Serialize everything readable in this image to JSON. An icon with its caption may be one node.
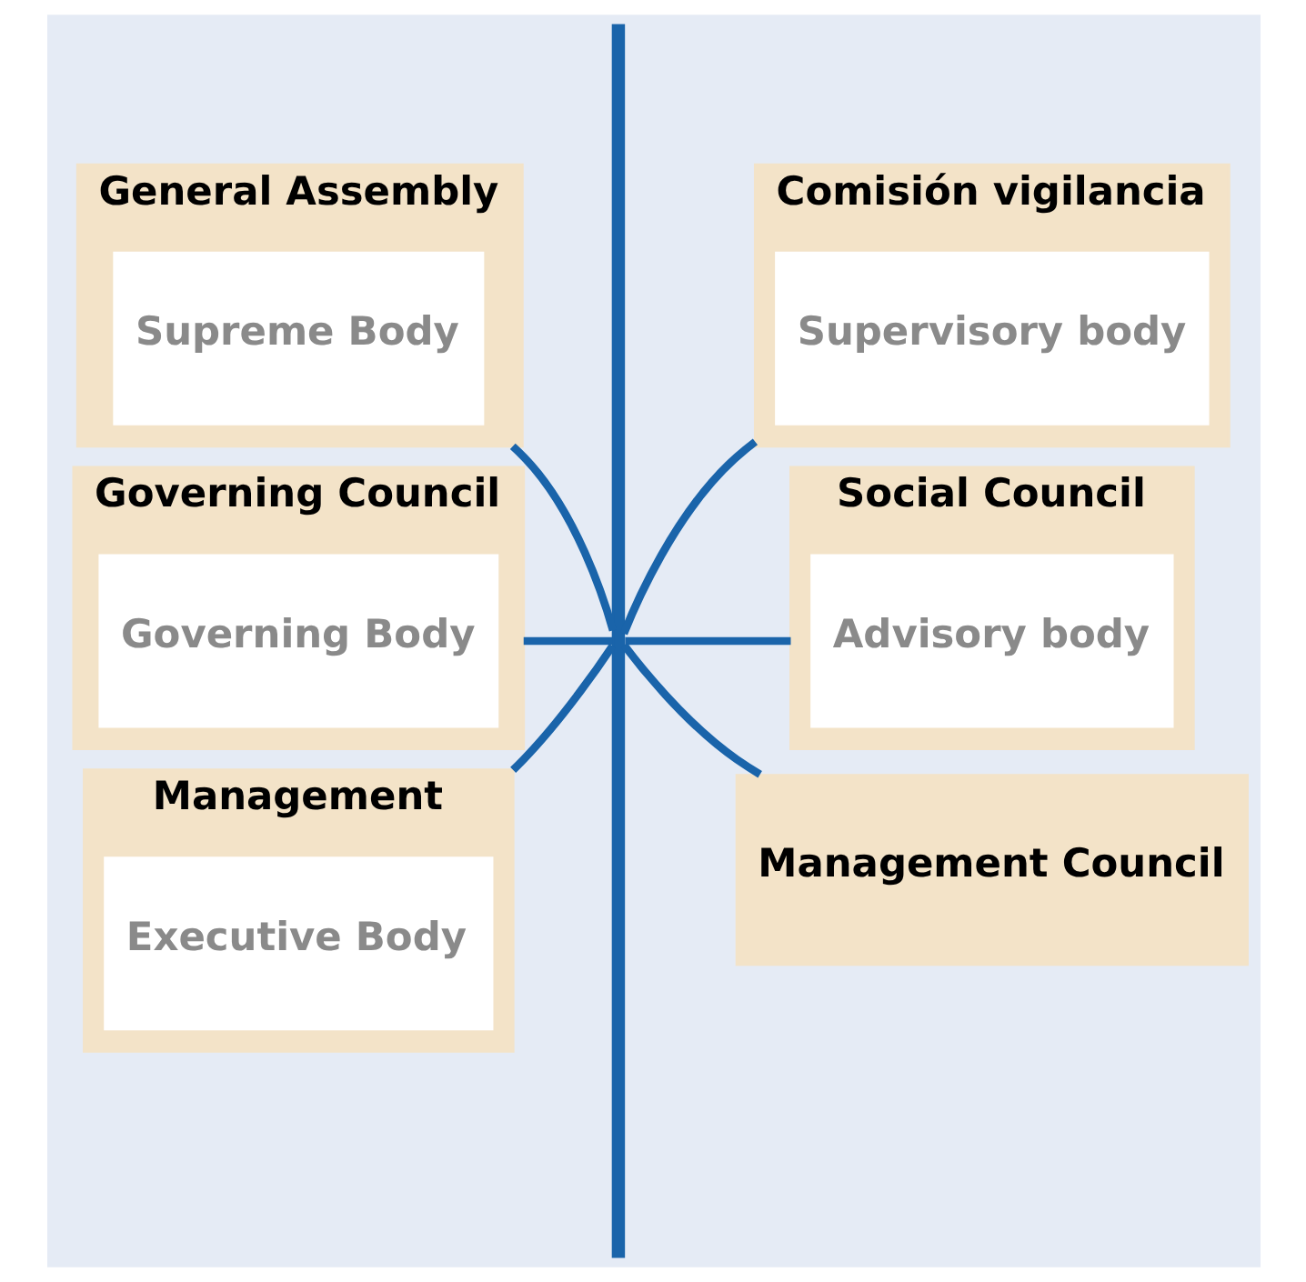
{
  "diagram": {
    "nodes": [
      {
        "text": [
          "General Assembly"
        ]
      },
      {
        "text": [
          "Supreme Body"
        ],
        "in": 0
      },
      {
        "text": [
          "Comisión vigilancia"
        ]
      },
      {
        "text": [
          "Supervisory body"
        ],
        "in": 2
      },
      {
        "text": [
          "Governing Council"
        ]
      },
      {
        "text": [
          "Governing Body"
        ],
        "in": 4
      },
      {
        "text": [
          "Social Council"
        ]
      },
      {
        "text": [
          "Advisory body"
        ],
        "in": 6
      },
      {
        "text": [
          "Management"
        ]
      },
      {
        "text": [
          "Executive Body"
        ],
        "in": 8
      },
      {
        "text": [
          "Management Council"
        ]
      },
      {
        "text": [],
        "shape": "bar"
      }
    ],
    "edges": [
      {
        "from": 0,
        "to": 11,
        "arrow": "none"
      },
      {
        "from": 11,
        "to": 2,
        "arrow": "none"
      },
      {
        "from": 4,
        "to": 11,
        "arrow": "none"
      },
      {
        "from": 11,
        "to": 6,
        "arrow": "none"
      },
      {
        "from": 8,
        "to": 11,
        "arrow": "none"
      },
      {
        "from": 11,
        "to": 10,
        "arrow": "none"
      }
    ]
  }
}
